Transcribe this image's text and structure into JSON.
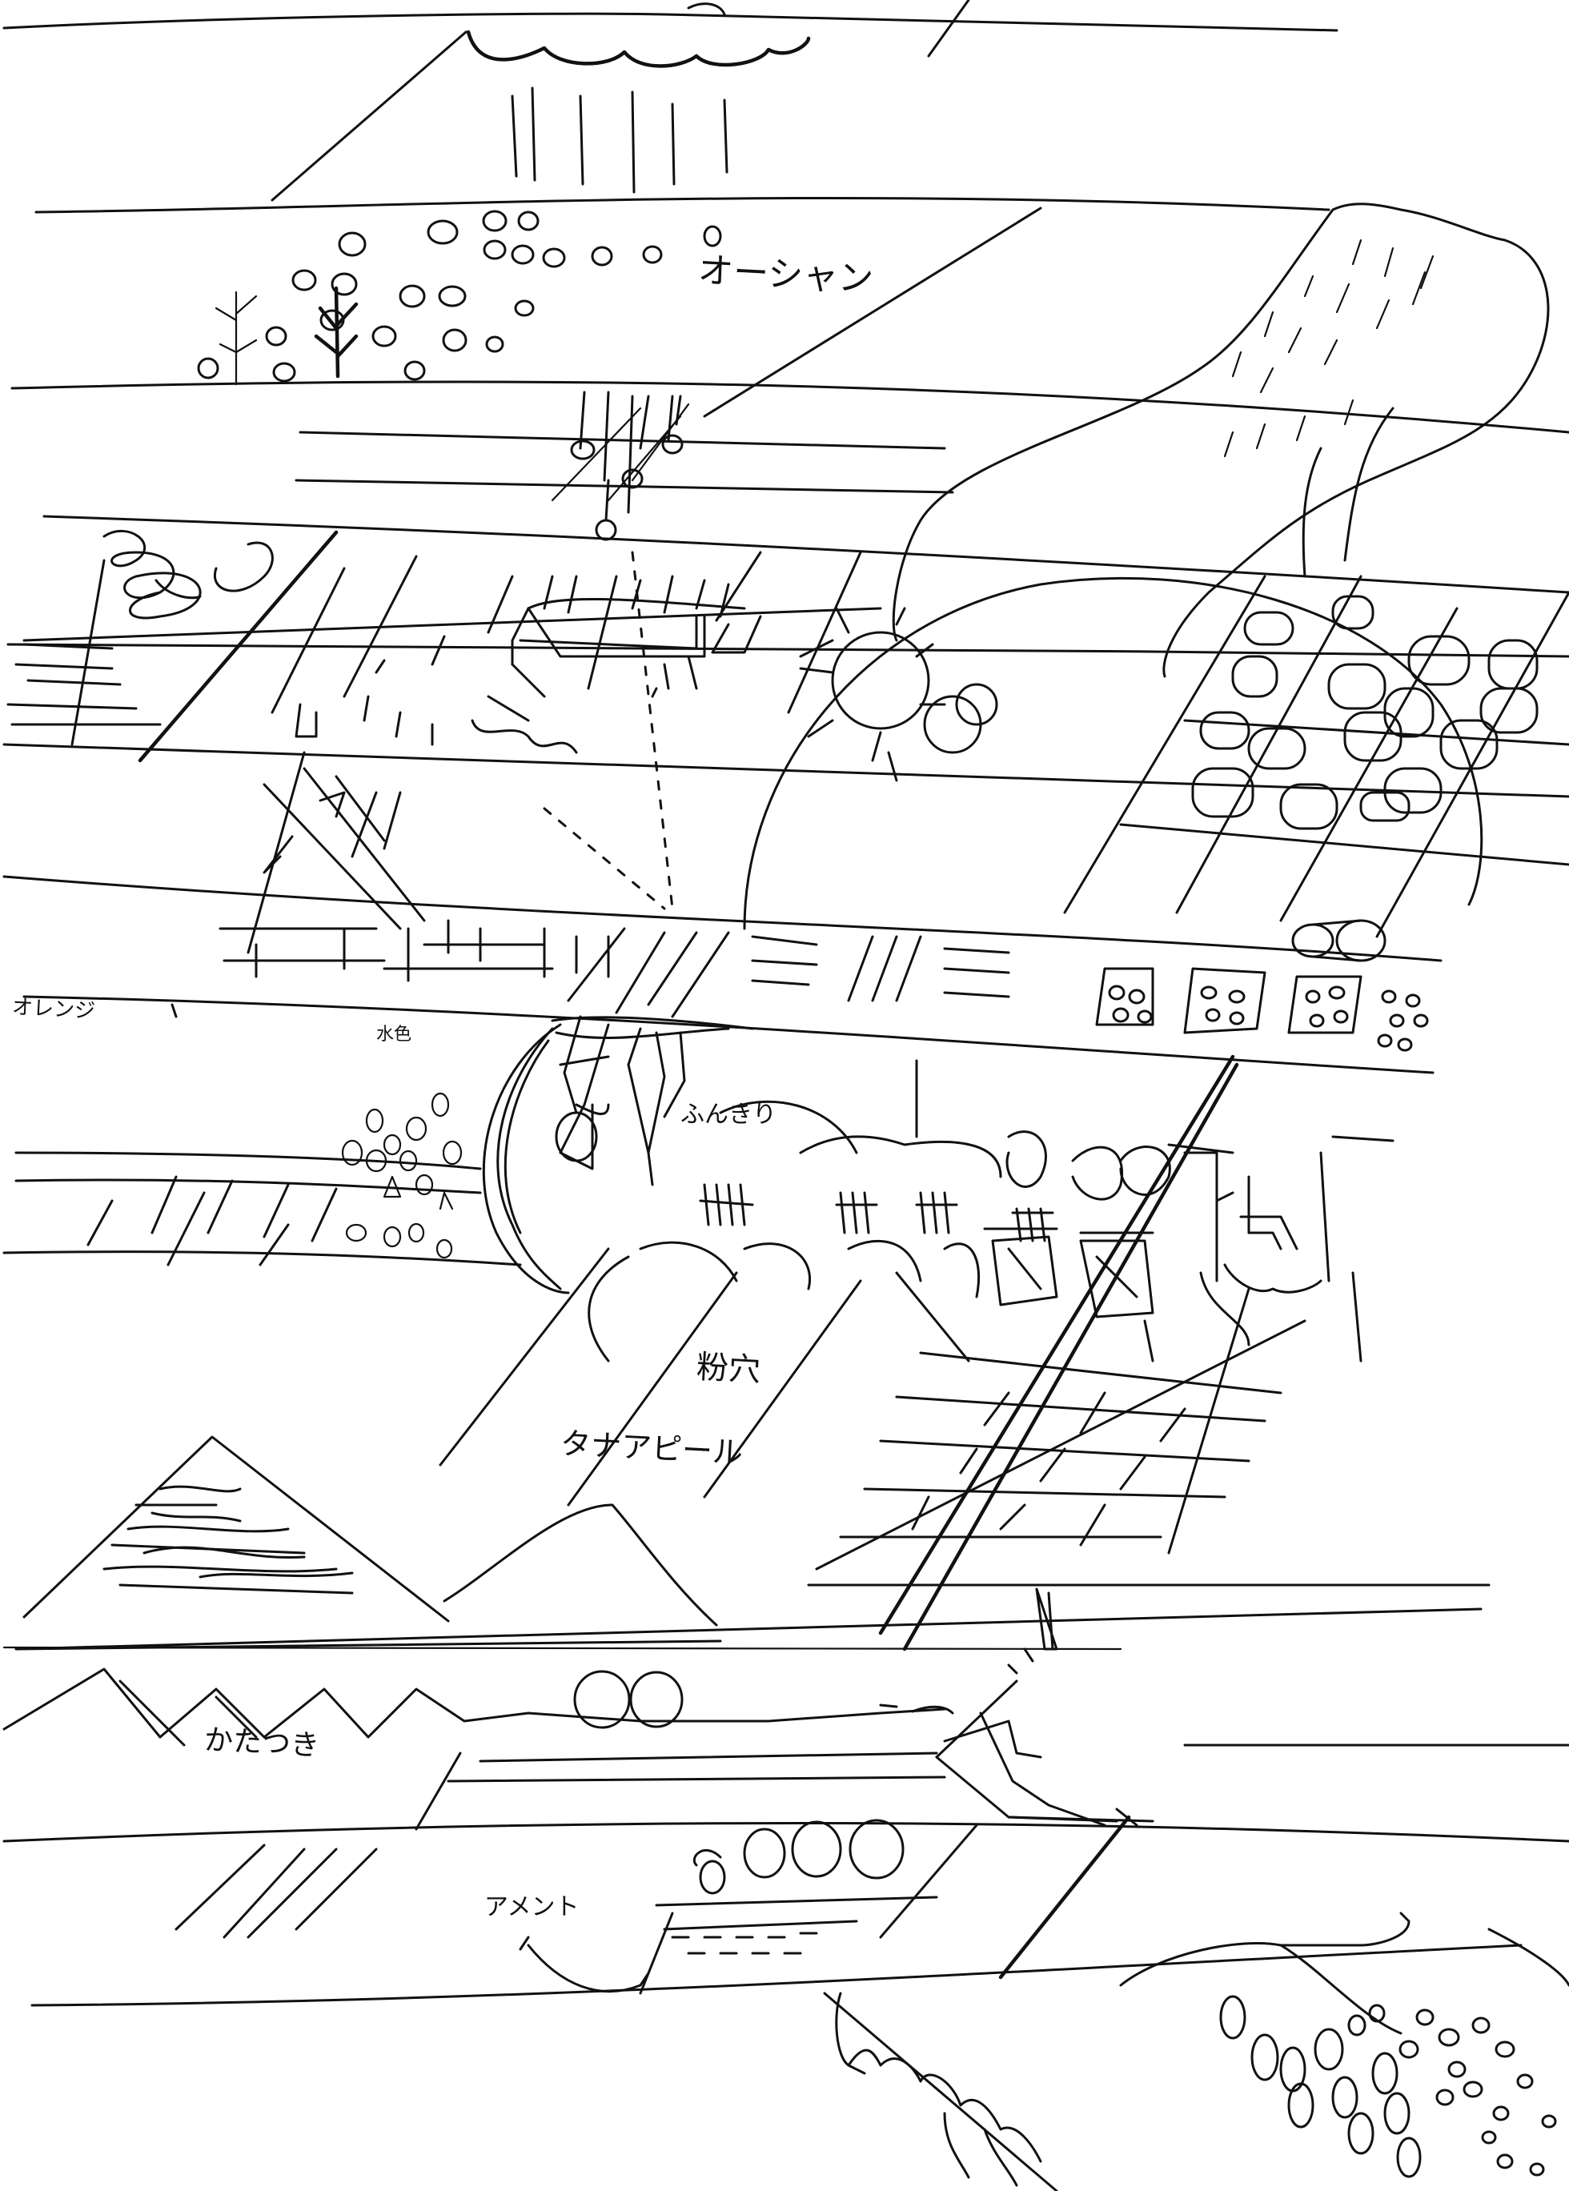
{
  "labels": {
    "ocean": "オーシャン",
    "orange": "オレンジ",
    "goldfish": "水色",
    "sunflower": "ふんきり",
    "flour": "粉穴",
    "tanpopo": "タナアピール",
    "katatsumuri": "かたつき",
    "amento": "アメント"
  },
  "ink_color": "#111111",
  "paper_color": "#ffffff"
}
